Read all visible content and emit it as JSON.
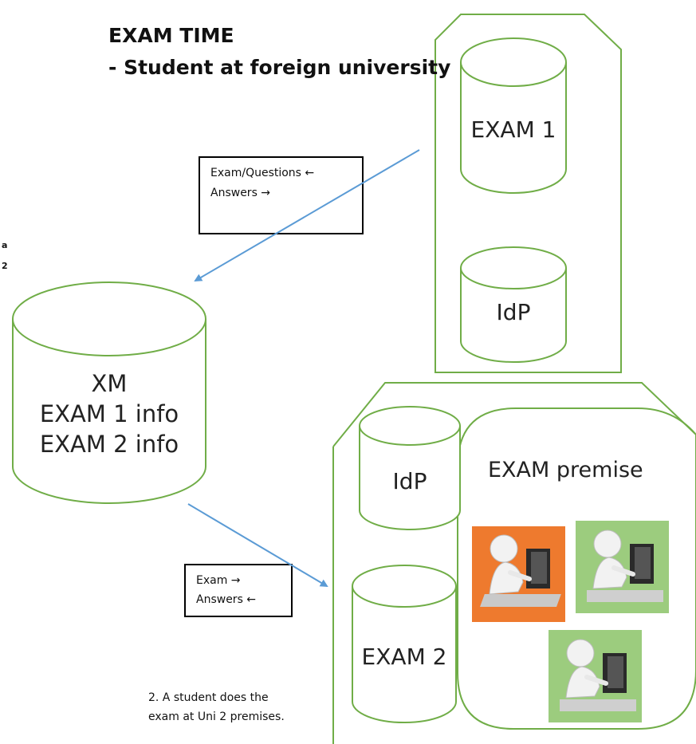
{
  "title": {
    "line1": "EXAM TIME",
    "line2": "- Student at foreign university"
  },
  "left_edge_fragment": {
    "line1": "a",
    "line2": "2"
  },
  "top_container": {
    "cylinders": [
      {
        "label": "EXAM 1"
      },
      {
        "label": "IdP"
      }
    ]
  },
  "xm_cylinder": {
    "lines": [
      "XM",
      "EXAM 1 info",
      "EXAM 2 info"
    ]
  },
  "box_upper": {
    "line1": "Exam/Questions ←",
    "line2": "Answers →"
  },
  "box_lower": {
    "line1": "Exam →",
    "line2": "Answers ←"
  },
  "bottom_container": {
    "cylinders": [
      {
        "label": "IdP"
      },
      {
        "label": "EXAM 2"
      }
    ],
    "premise": {
      "label": "EXAM premise",
      "figures": [
        {
          "icon": "student-at-computer-icon",
          "background": "#ee7a2e"
        },
        {
          "icon": "student-at-computer-icon",
          "background": "#9ccc7e"
        },
        {
          "icon": "student-at-computer-icon",
          "background": "#9ccc7e"
        }
      ]
    }
  },
  "footnote": {
    "line1": "2. A student does the",
    "line2": "exam at Uni 2 premises."
  },
  "colors": {
    "outline_green": "#70ad47",
    "arrow_blue": "#5b9bd5",
    "orange_bg": "#ee7a2e",
    "green_bg": "#9ccc7e"
  }
}
